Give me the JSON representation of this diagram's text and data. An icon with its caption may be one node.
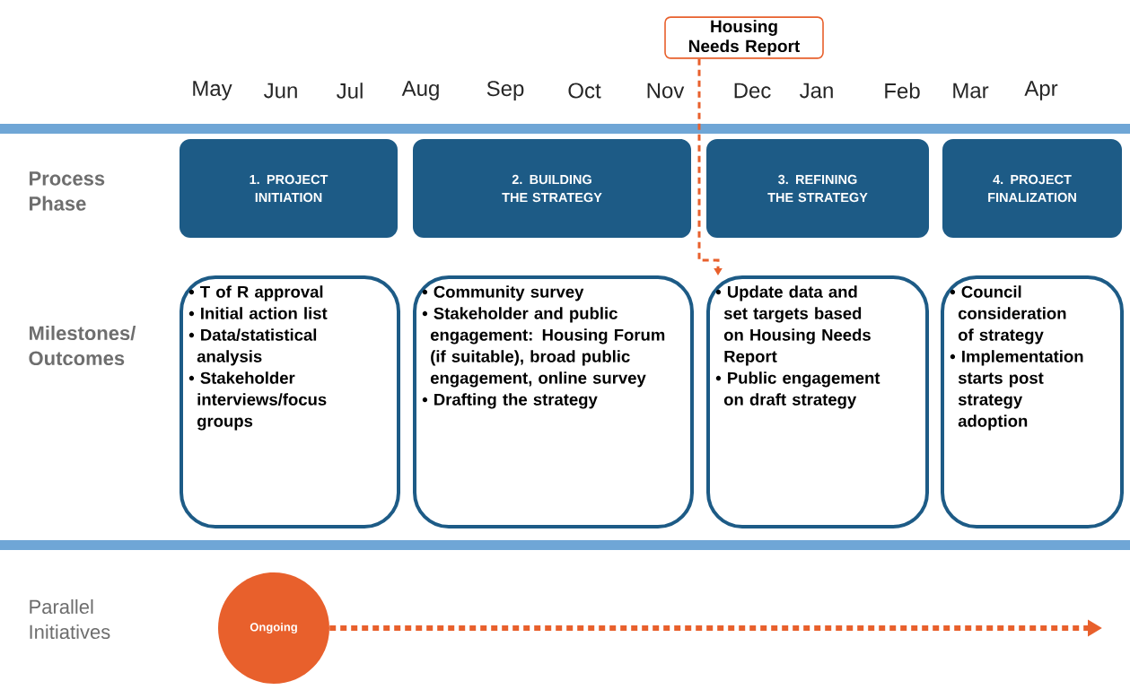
{
  "diagram": {
    "nodes": [
      {
        "text": [
          "Housing Needs Report"
        ]
      },
      {
        "text": [
          "1. PROJECT INITIATION"
        ]
      },
      {
        "text": [
          "2. BUILDING THE STRATEGY"
        ]
      },
      {
        "text": [
          "3. REFINING THE STRATEGY"
        ]
      },
      {
        "text": [
          "4. PROJECT FINALIZATION"
        ]
      },
      {
        "text": [
          "• T of R approval",
          "• Initial action list",
          "• Data/statistical analysis",
          "• Stakeholder interviews/focus groups"
        ]
      },
      {
        "text": [
          "• Community survey",
          "• Stakeholder and public engagement: Housing Forum (if suitable), broad public engagement, online survey",
          "• Drafting the strategy"
        ]
      },
      {
        "text": [
          "• Update data and set targets based on Housing Needs Report",
          "• Public engagement on draft strategy"
        ]
      },
      {
        "text": [
          "• Council consideration of strategy",
          "• Implementation starts post strategy adoption"
        ]
      },
      {
        "text": [
          "Ongoing"
        ]
      }
    ],
    "edges": [
      {
        "from": 0,
        "to": 7,
        "arrow": "to",
        "style": "dashed"
      },
      {
        "from": 9,
        "to": null,
        "arrow": "to",
        "style": "dashed"
      }
    ],
    "labels": [
      "May",
      "Jun",
      "Jul",
      "Aug",
      "Sep",
      "Oct",
      "Nov",
      "Dec",
      "Jan",
      "Feb",
      "Mar",
      "Apr",
      "Process Phase",
      "Milestones/ Outcomes",
      "Parallel Initiatives"
    ]
  }
}
